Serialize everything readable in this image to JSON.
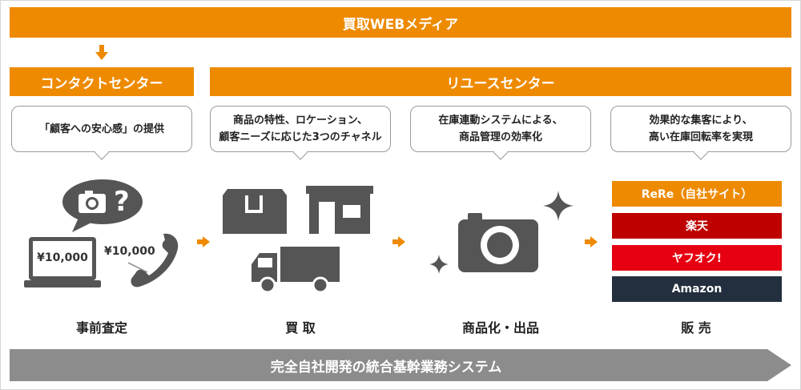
{
  "header": {
    "title": "買取WEBメディア"
  },
  "sections": {
    "contact_center": "コンタクトセンター",
    "reuse_center": "リユースセンター"
  },
  "bubbles": {
    "b1": "「顧客への安心感」の提供",
    "b2_line1": "商品の特性、ロケーション、",
    "b2_line2": "顧客ニーズに応じた3つのチャネル",
    "b3_line1": "在庫連動システムによる、",
    "b3_line2": "商品管理の効率化",
    "b4_line1": "効果的な集客により、",
    "b4_line2": "高い在庫回転率を実現"
  },
  "prices": {
    "laptop": "¥10,000",
    "phone": "¥10,000"
  },
  "camera_bubble": {
    "symbol": "?"
  },
  "steps": {
    "s1": "事前査定",
    "s2": "買 取",
    "s3": "商品化・出品",
    "s4": "販 売"
  },
  "channels": [
    {
      "label": "ReRe（自社サイト）",
      "color": "#ee8a00"
    },
    {
      "label": "楽天",
      "color": "#bf0000"
    },
    {
      "label": "ヤフオク!",
      "color": "#e60012"
    },
    {
      "label": "Amazon",
      "color": "#232f3e"
    }
  ],
  "footer": {
    "banner": "完全自社開発の統合基幹業務システム"
  },
  "colors": {
    "accent": "#ee8a00",
    "icon": "#555555",
    "banner": "#8c8c8c"
  }
}
